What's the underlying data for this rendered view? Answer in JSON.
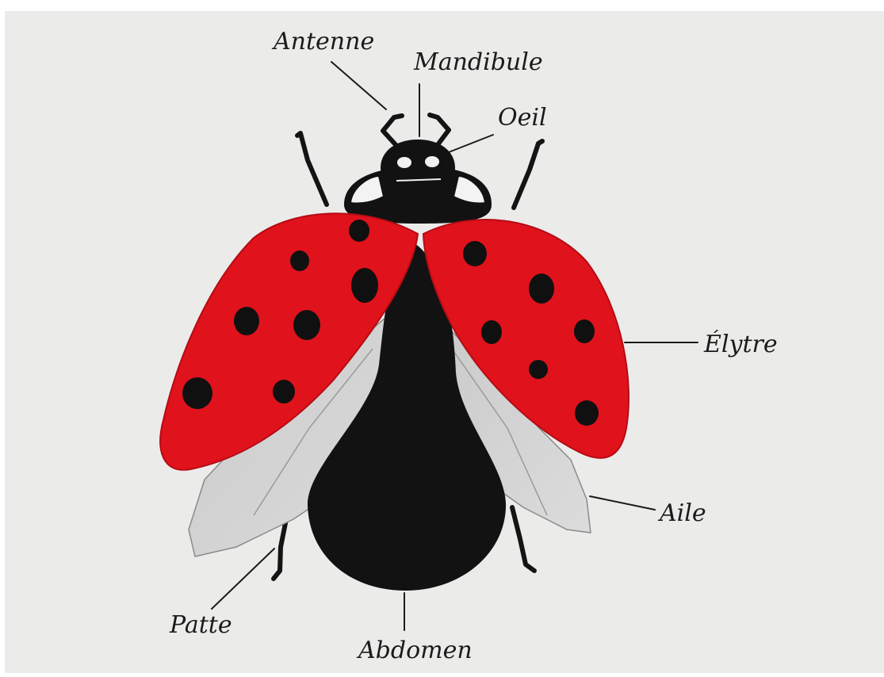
{
  "diagram": {
    "colors": {
      "paper": "#ebebea",
      "body_black": "#121212",
      "elytra_red": "#e0121c",
      "spot_black": "#101010",
      "wing_gray": "#cfcfcf",
      "ink": "#1b1b1b"
    },
    "labels": {
      "antenne": "Antenne",
      "mandibule": "Mandibule",
      "oeil": "Oeil",
      "elytre": "Élytre",
      "aile": "Aile",
      "patte": "Patte",
      "abdomen": "Abdomen"
    }
  }
}
